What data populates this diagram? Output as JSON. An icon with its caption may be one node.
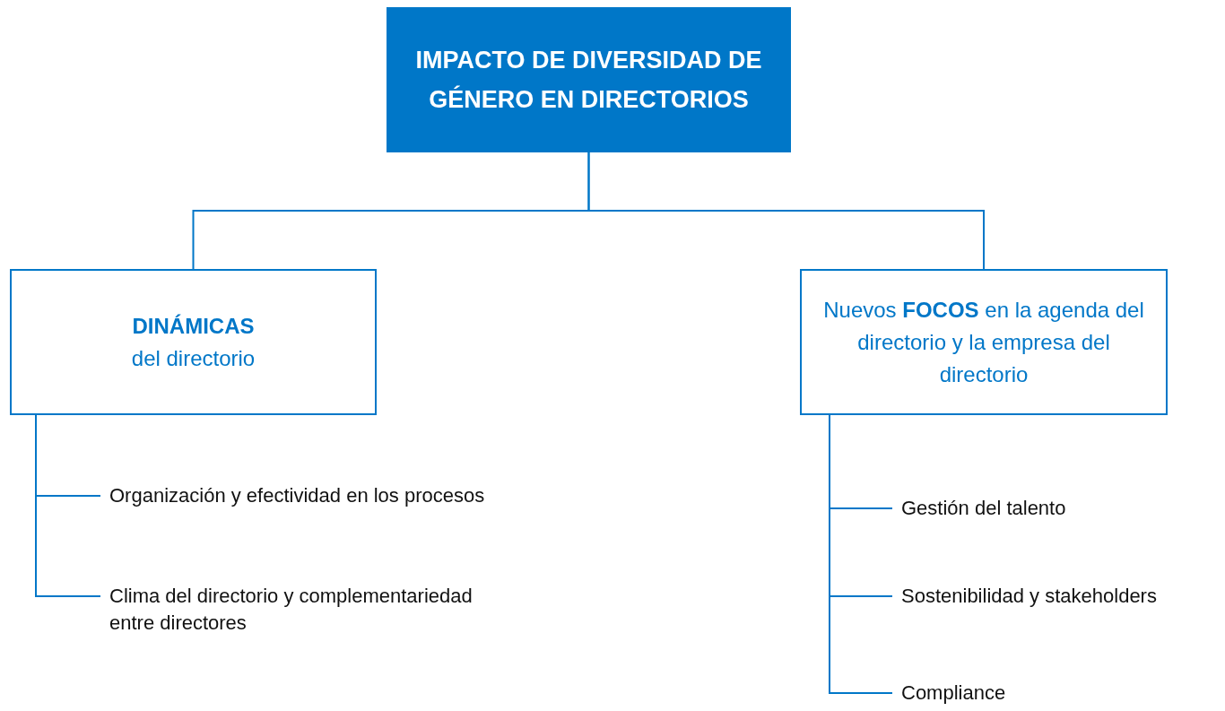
{
  "diagram": {
    "nodes": [
      {
        "text": [
          "IMPACTO DE DIVERSIDAD DE GÉNERO EN DIRECTORIOS"
        ]
      },
      {
        "text": [
          "DINÁMICAS",
          "del directorio"
        ]
      },
      {
        "text": [
          "Nuevos **FOCOS** en la agenda del directorio y la empresa del directorio"
        ]
      },
      {
        "text": [
          "Organización y efectividad en los procesos"
        ]
      },
      {
        "text": [
          "Clima del directorio y complementariedad entre directores"
        ]
      },
      {
        "text": [
          "Gestión del talento"
        ]
      },
      {
        "text": [
          "Sostenibilidad y stakeholders"
        ]
      },
      {
        "text": [
          "Compliance"
        ]
      }
    ],
    "edges": [
      {
        "from": 0,
        "to": 1,
        "arrow": "none"
      },
      {
        "from": 0,
        "to": 2,
        "arrow": "none"
      },
      {
        "from": 1,
        "to": 3,
        "arrow": "none"
      },
      {
        "from": 1,
        "to": 4,
        "arrow": "none"
      },
      {
        "from": 2,
        "to": 5,
        "arrow": "none"
      },
      {
        "from": 2,
        "to": 6,
        "arrow": "none"
      },
      {
        "from": 2,
        "to": 7,
        "arrow": "none"
      }
    ]
  }
}
